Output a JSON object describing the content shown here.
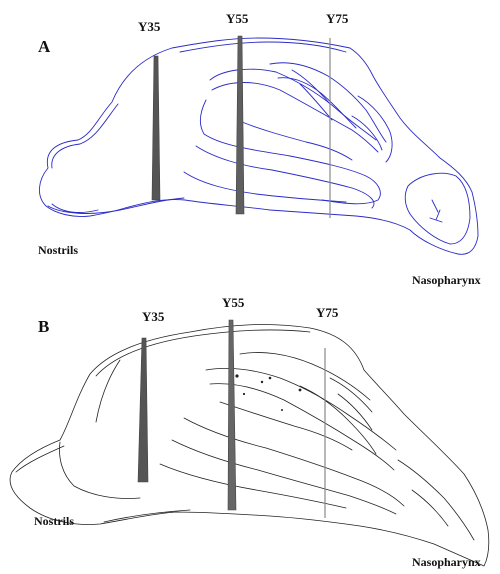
{
  "panels": [
    {
      "letter": "A",
      "slice_labels": [
        "Y35",
        "Y55",
        "Y75"
      ],
      "nostrils_label": "Nostrils",
      "nasopharynx_label": "Nasopharynx",
      "outline_color": "#2b2bc8"
    },
    {
      "letter": "B",
      "slice_labels": [
        "Y35",
        "Y55",
        "Y75"
      ],
      "nostrils_label": "Nostrils",
      "nasopharynx_label": "Nasopharynx",
      "outline_color": "#222222"
    }
  ],
  "slice_color": "#555555"
}
